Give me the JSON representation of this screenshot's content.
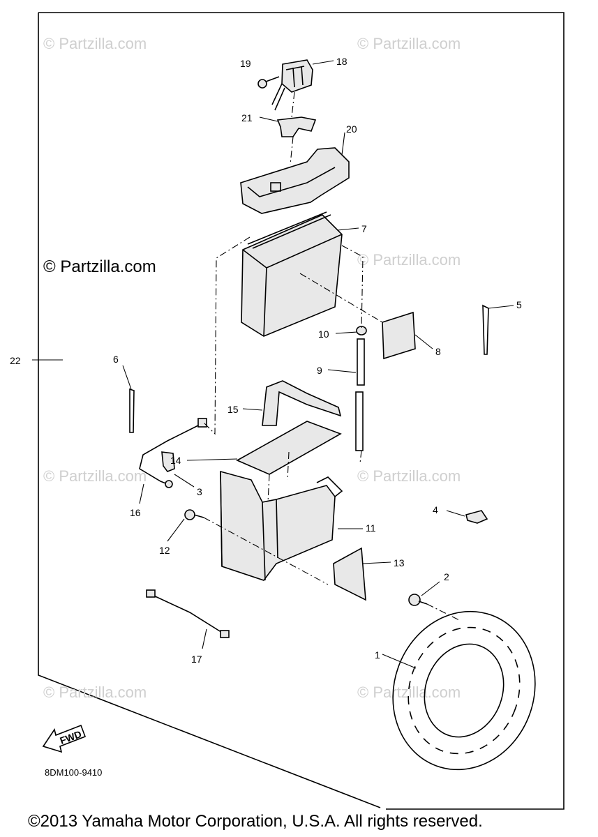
{
  "watermarks": {
    "small": "© Partzilla.com",
    "large": "© Partzilla.com"
  },
  "callouts": {
    "c1": "1",
    "c2": "2",
    "c3": "3",
    "c4": "4",
    "c5": "5",
    "c6": "6",
    "c7": "7",
    "c8": "8",
    "c9": "9",
    "c10": "10",
    "c11": "11",
    "c12": "12",
    "c13": "13",
    "c14": "14",
    "c15": "15",
    "c16": "16",
    "c17": "17",
    "c18": "18",
    "c19": "19",
    "c20": "20",
    "c21": "21",
    "c22": "22"
  },
  "fwd_label": "FWD",
  "diagram_code": "8DM100-9410",
  "copyright": "©2013 Yamaha Motor Corporation, U.S.A. All rights reserved."
}
